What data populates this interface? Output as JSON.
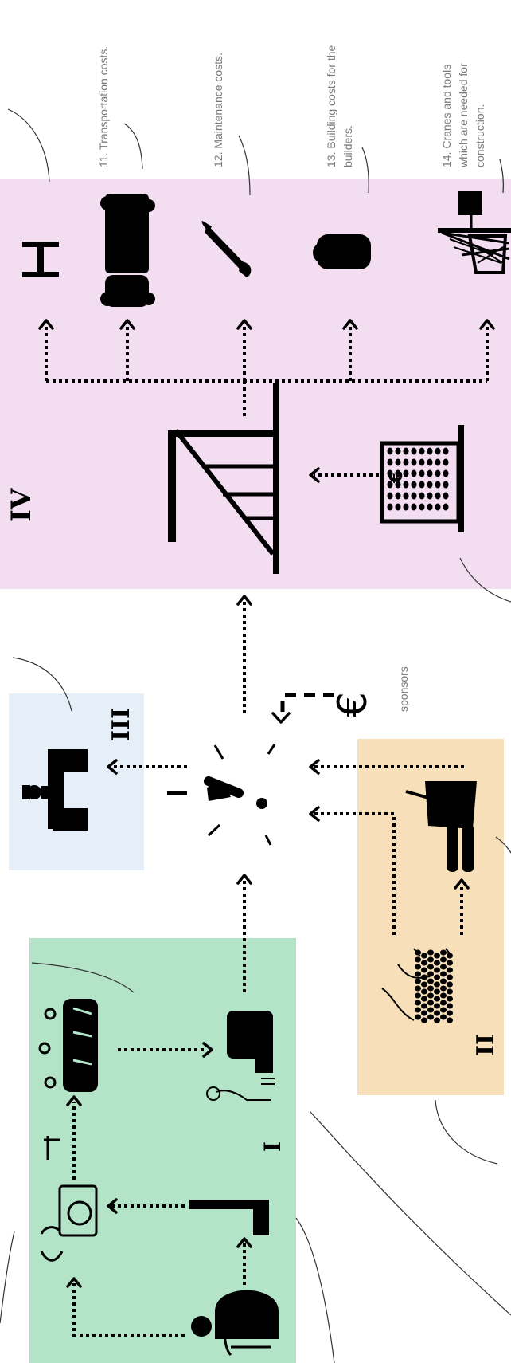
{
  "panels": {
    "panel_i": {
      "label": "I",
      "color": "#b3e4c8"
    },
    "panel_ii": {
      "label": "II",
      "color": "#f6dfb9"
    },
    "panel_iii": {
      "label": "III",
      "color": "#e6eef8"
    },
    "panel_iv": {
      "label": "IV",
      "color": "#f2ddf1"
    }
  },
  "notes": {
    "note_11": "11. Transportation costs.",
    "note_12": "12. Maintenance costs.",
    "note_13_line1": "13. Building costs for the",
    "note_13_line2": "builders.",
    "note_14_line1": "14. Cranes and tools",
    "note_14_line2": "which are needed for",
    "note_14_line3": "construction."
  },
  "euro_symbol": "€",
  "sponsors_label": "sponsors",
  "building_currency_symbol": "€",
  "icons": [
    "person-seated-icon",
    "desk-icon",
    "worker-machine-icon",
    "people-group-icon",
    "projector-presenter-icon",
    "exclamation-burst-icon",
    "official-desk-icon",
    "crowd-icon",
    "burger-icon",
    "drink-cup-icon",
    "staircase-icon",
    "building-icon",
    "beam-icon",
    "truck-icon",
    "wrench-icon",
    "builder-icon",
    "crane-icon"
  ]
}
